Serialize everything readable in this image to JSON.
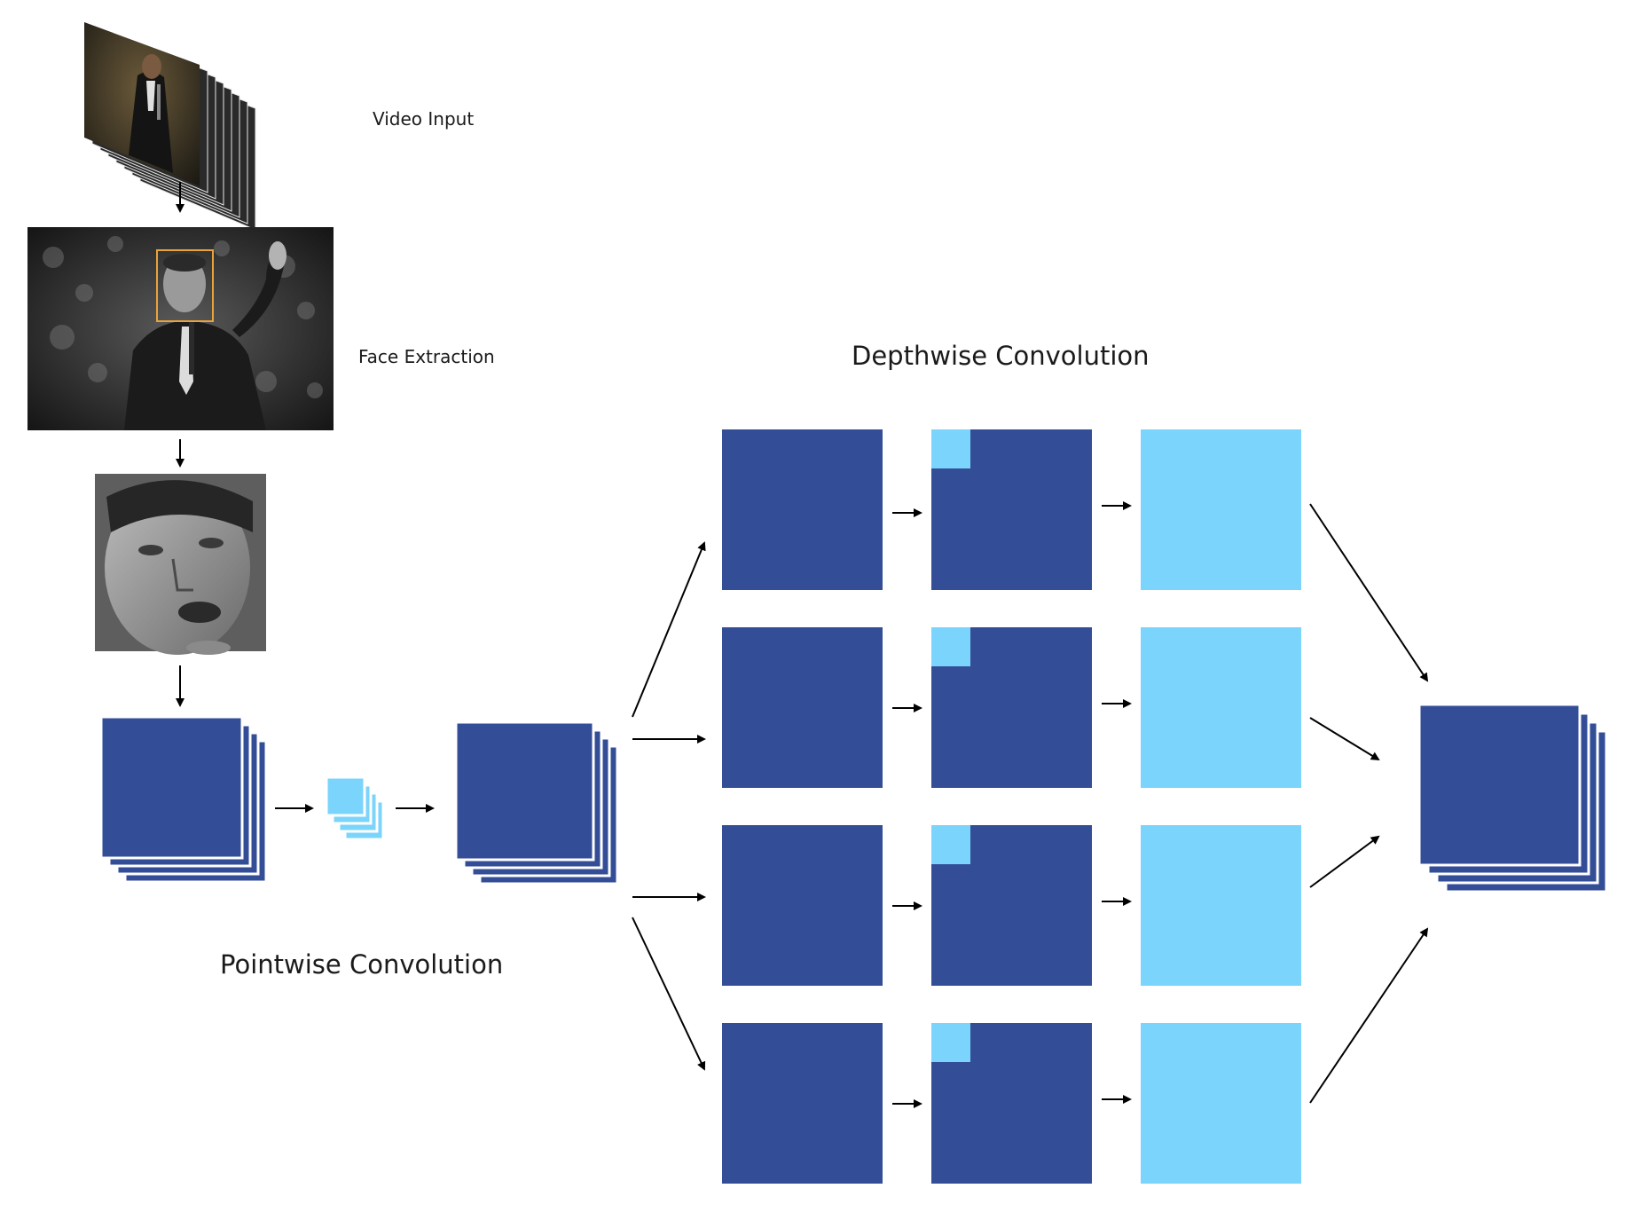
{
  "labels": {
    "video_input": "Video Input",
    "face_extraction": "Face Extraction",
    "depthwise_convolution": "Depthwise Convolution",
    "pointwise_convolution": "Pointwise Convolution"
  },
  "colors": {
    "dark_block": "#334e97",
    "light_block": "#7bd4fb",
    "arrow": "#000000",
    "face_box": "#e8a33a"
  },
  "depthwise_rows": 4
}
